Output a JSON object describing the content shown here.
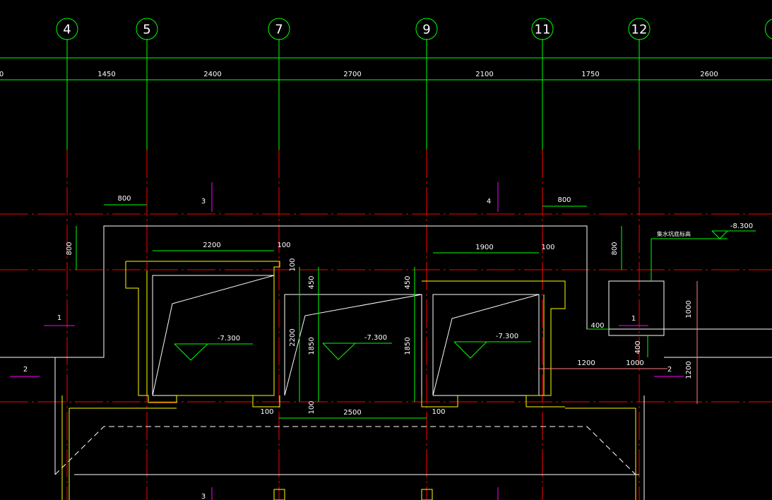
{
  "axes": [
    "4",
    "5",
    "7",
    "9",
    "11",
    "12"
  ],
  "top_dims": [
    "1450",
    "2400",
    "2700",
    "2100",
    "1750",
    "2600"
  ],
  "edge_dim": "0",
  "section_marks": [
    "3",
    "4",
    "1",
    "2",
    "1",
    "2",
    "3"
  ],
  "dims": {
    "offset_left": "800",
    "offset_right": "800",
    "v_left": "800",
    "v_right": "800",
    "pit1_w": "2200",
    "pit2_w": "1900",
    "wall_a": "100",
    "wall_b": "100",
    "h450a": "450",
    "h450b": "450",
    "h100": "100",
    "h2200": "2200",
    "h1850a": "1850",
    "h1850b": "1850",
    "h100b": "100",
    "bot100a": "100",
    "bot2500": "2500",
    "bot100b": "100",
    "sump_400w": "400",
    "sump_400h": "400",
    "sump_1000h": "1000",
    "sump_1200h": "1200",
    "r1200": "1200",
    "r1000": "1000"
  },
  "levels": [
    "-7.300",
    "-7.300",
    "-7.300",
    "-8.300"
  ],
  "note": "集水坑底标高",
  "colors": {
    "background": "#000000",
    "axis": "#00ff00",
    "centerline": "#ff0000",
    "outline": "#ffffff",
    "pit": "#ffff00",
    "mark": "#ff00ff",
    "dim_pink": "#ff8080"
  }
}
